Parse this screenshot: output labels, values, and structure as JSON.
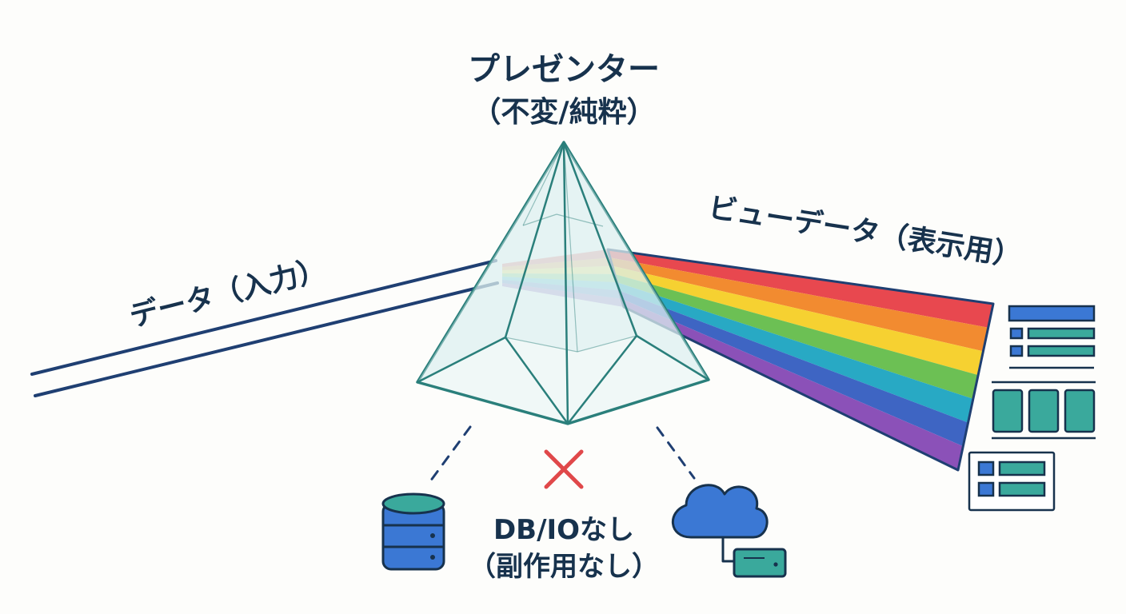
{
  "presenter": {
    "title": "プレゼンター",
    "subtitle": "（不変/純粋）"
  },
  "input": {
    "label": "データ（入力）"
  },
  "output": {
    "label": "ビューデータ（表示用）"
  },
  "side_effects": {
    "line1": "DB/IOなし",
    "line2": "（副作用なし）"
  },
  "icons": {
    "database": "database-icon",
    "cloud": "cloud-icon",
    "server": "server-icon",
    "forbidden": "cross-icon",
    "views": [
      "list-view-icon",
      "grid-view-icon",
      "card-view-icon"
    ]
  },
  "colors": {
    "text": "#17324d",
    "prism_stroke": "#2a7f7b",
    "input_beam": "#1f3f72",
    "cross": "#e0484a",
    "icon_blue": "#3b78d4",
    "icon_teal": "#3aa99c",
    "spectrum": [
      "#e8484f",
      "#f28b30",
      "#f6d131",
      "#6cc054",
      "#28a9c4",
      "#3e65c3",
      "#8b51b8"
    ]
  }
}
